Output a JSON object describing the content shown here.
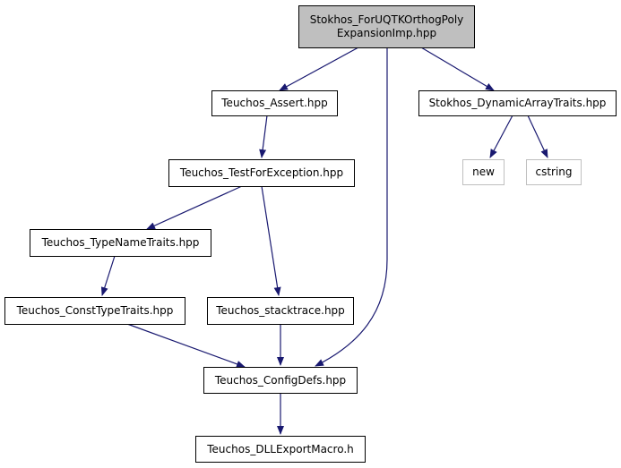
{
  "graph": {
    "colors": {
      "edge": "#191970",
      "root_fill": "#bfbfbf",
      "external_border": "#bfbfbf"
    },
    "nodes": {
      "root": {
        "line1": "Stokhos_ForUQTKOrthogPoly",
        "line2": "ExpansionImp.hpp"
      },
      "teuchos_assert": "Teuchos_Assert.hpp",
      "stokhos_dynamic_array_traits": "Stokhos_DynamicArrayTraits.hpp",
      "teuchos_test_for_exception": "Teuchos_TestForException.hpp",
      "new_header": "new",
      "cstring_header": "cstring",
      "teuchos_type_name_traits": "Teuchos_TypeNameTraits.hpp",
      "teuchos_const_type_traits": "Teuchos_ConstTypeTraits.hpp",
      "teuchos_stacktrace": "Teuchos_stacktrace.hpp",
      "teuchos_config_defs": "Teuchos_ConfigDefs.hpp",
      "teuchos_dll_export_macro": "Teuchos_DLLExportMacro.h"
    }
  }
}
